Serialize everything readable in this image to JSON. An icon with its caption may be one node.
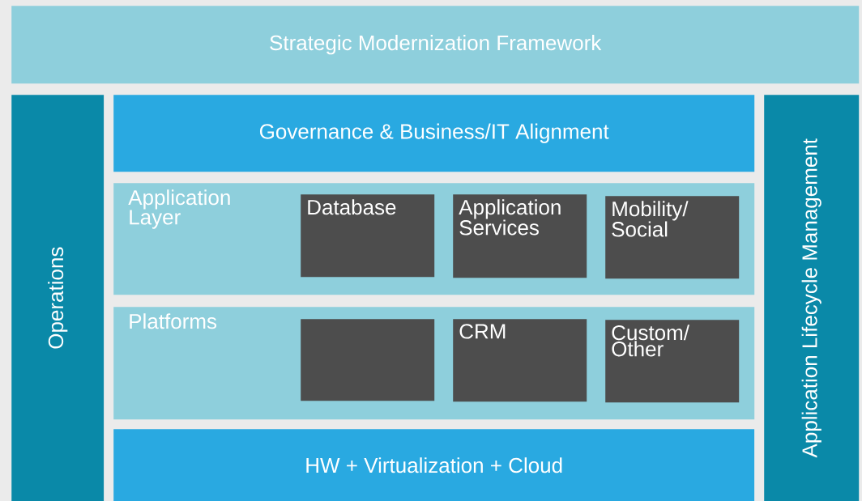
{
  "diagram": {
    "nodes": [
      {
        "text": [
          "Strategic Modernization Framework"
        ]
      },
      {
        "text": [
          "Operations"
        ]
      },
      {
        "text": [
          "Governance & Business/IT Alignment"
        ]
      },
      {
        "text": [
          "Application Layer"
        ]
      },
      {
        "text": [
          "Database"
        ],
        "in": 3
      },
      {
        "text": [
          "Application Services"
        ],
        "in": 3
      },
      {
        "text": [
          "Mobility/ Social"
        ],
        "in": 3
      },
      {
        "text": [
          "Platforms"
        ]
      },
      {
        "text": [],
        "shape": "box",
        "in": 7
      },
      {
        "text": [
          "CRM"
        ],
        "in": 7
      },
      {
        "text": [
          "Custom/ Other"
        ],
        "in": 7
      },
      {
        "text": [
          "HW + Virtualization + Cloud"
        ]
      },
      {
        "text": [
          "Application Lifecycle Management"
        ]
      }
    ]
  }
}
